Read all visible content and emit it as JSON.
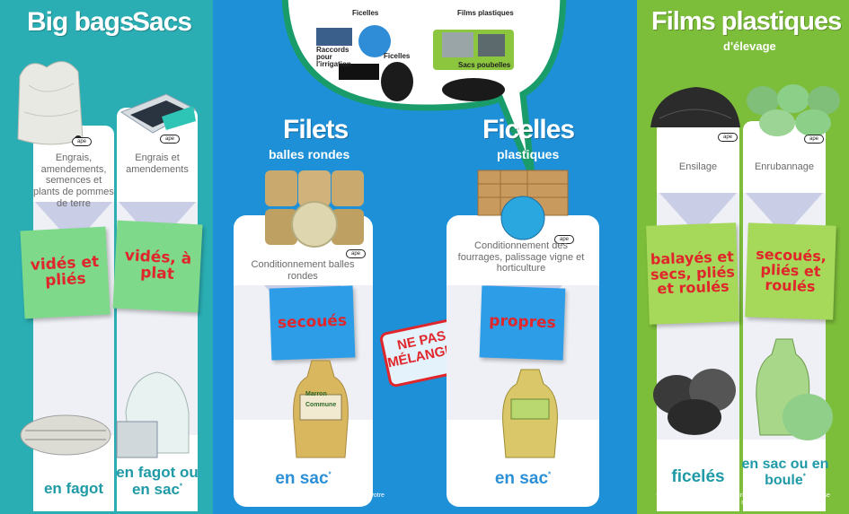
{
  "left": {
    "title1": "Big bags",
    "title2": "Sacs",
    "col1_desc": "Engrais, amendements, semences et plants de pommes de terre",
    "col2_desc": "Engrais et amendements",
    "col1_note": "vidés et pliés",
    "col2_note": "vidés, à plat",
    "col1_bottom": "en fagot",
    "col2_bottom": "en fagot ou en sac",
    "star": "*"
  },
  "middle": {
    "bubble_ficelles": "Ficelles",
    "bubble_films": "Films plastiques",
    "bubble_raccords": "Raccords pour l'irrigation",
    "bubble_ficelles2": "Ficelles",
    "bubble_sacs": "Sacs poubelles",
    "col1_title": "Filets",
    "col1_subtitle": "balles rondes",
    "col1_desc": "Conditionnement balles rondes",
    "col1_note": "secoués",
    "col1_bottom": "en sac",
    "col2_title": "Ficelles",
    "col2_subtitle": "plastiques",
    "col2_desc": "Conditionnement des fourrages, palissage vigne et horticulture",
    "col2_note": "propres",
    "col2_bottom": "en sac",
    "stamp": "NE PAS MÉLANGER",
    "footnote1": "* apporteurs, collecteurs : inscrivez votre nom et votre adresse sur le sac de collecte.",
    "footnote2": "* apporteurs, collecteurs : inscrivez votre nom et votre adresse sur le sac de collecte.",
    "bag_label1": "Marron",
    "bag_label2": "Commune",
    "star": "*"
  },
  "right": {
    "title": "Films plastiques",
    "subtitle": "d'élevage",
    "col1_desc": "Ensilage",
    "col2_desc": "Enrubannage",
    "col1_note": "balayés et secs, pliés et roulés",
    "col2_note": "secoués, pliés et roulés",
    "col1_bottom": "ficelés",
    "col2_bottom": "en sac ou en boule",
    "footnote": "* apporteurs, collecteurs : inscrivez votre nom et votre adresse sur le sac de collecte.",
    "star": "*"
  },
  "badges": {
    "ape": "ape"
  },
  "colors": {
    "teal": "#2aaeb3",
    "blue": "#1e90d8",
    "green": "#7cbd3a",
    "red": "#e0262b"
  }
}
